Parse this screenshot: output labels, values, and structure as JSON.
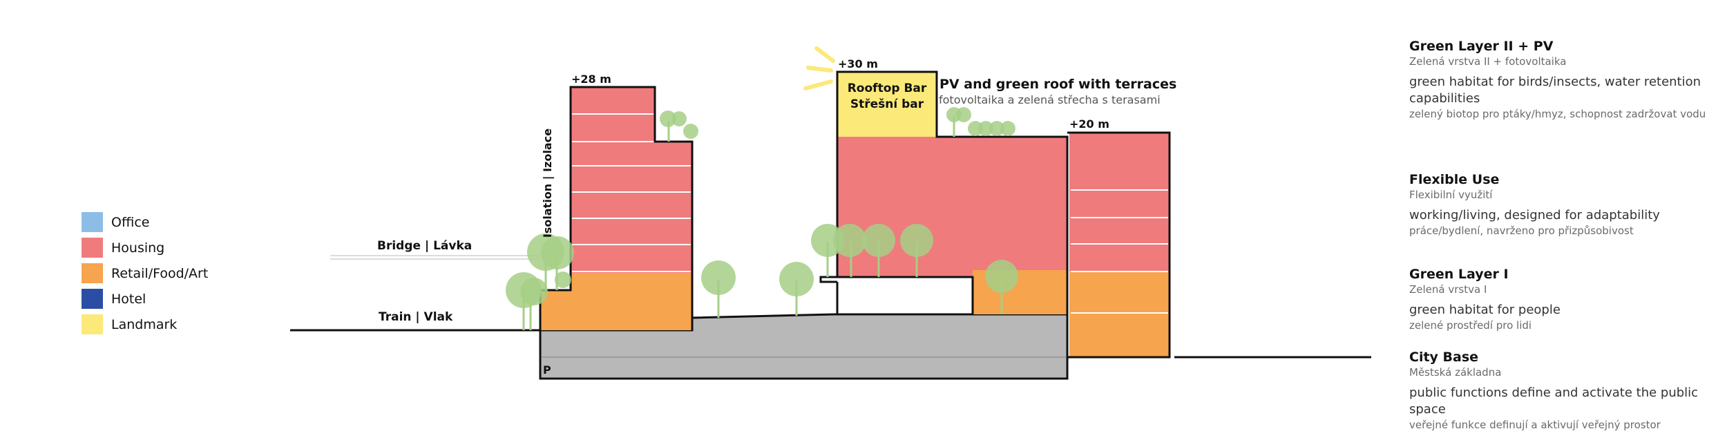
{
  "labels": {
    "height_28": "+28 m",
    "height_30": "+30 m",
    "height_20": "+20 m",
    "rooftop_en": "Rooftop Bar",
    "rooftop_cz": "Střešní bar",
    "pv_en": "PV and green roof with terraces",
    "pv_cz": "fotovoltaika a zelená střecha s terasami",
    "isolation": "Isolation | Izolace",
    "bridge": "Bridge | Lávka",
    "train": "Train | Vlak",
    "parking": "P"
  },
  "colors": {
    "office": "#8dbde6",
    "housing": "#ef7b7d",
    "retail": "#f6a44d",
    "hotel": "#2a4ea3",
    "landmark": "#fbe97a",
    "base": "#b8b8b8",
    "tree": "#a6cf86"
  },
  "legend": [
    {
      "label": "Office",
      "color": "#8dbde6"
    },
    {
      "label": "Housing",
      "color": "#ef7b7d"
    },
    {
      "label": "Retail/Food/Art",
      "color": "#f6a44d"
    },
    {
      "label": "Hotel",
      "color": "#2a4ea3"
    },
    {
      "label": "Landmark",
      "color": "#fbe97a"
    }
  ],
  "layers": [
    {
      "title": "Green Layer II + PV",
      "subtitle": "Zelená vrstva II + fotovoltaika",
      "desc": "green habitat for birds/insects, water retention capabilities",
      "desc_cz": "zelený biotop pro ptáky/hmyz, schopnost zadržovat vodu"
    },
    {
      "title": "Flexible Use",
      "subtitle": "Flexibilní využití",
      "desc": "working/living, designed for adaptability",
      "desc_cz": "práce/bydlení, navrženo pro přizpůsobivost"
    },
    {
      "title": "Green Layer I",
      "subtitle": "Zelená vrstva I",
      "desc": "green habitat for people",
      "desc_cz": "zelené prostředí pro lidi"
    },
    {
      "title": "City Base",
      "subtitle": "Městská základna",
      "desc": "public functions define and activate the public space",
      "desc_cz": "veřejné funkce definují a aktivují veřejný prostor"
    }
  ]
}
